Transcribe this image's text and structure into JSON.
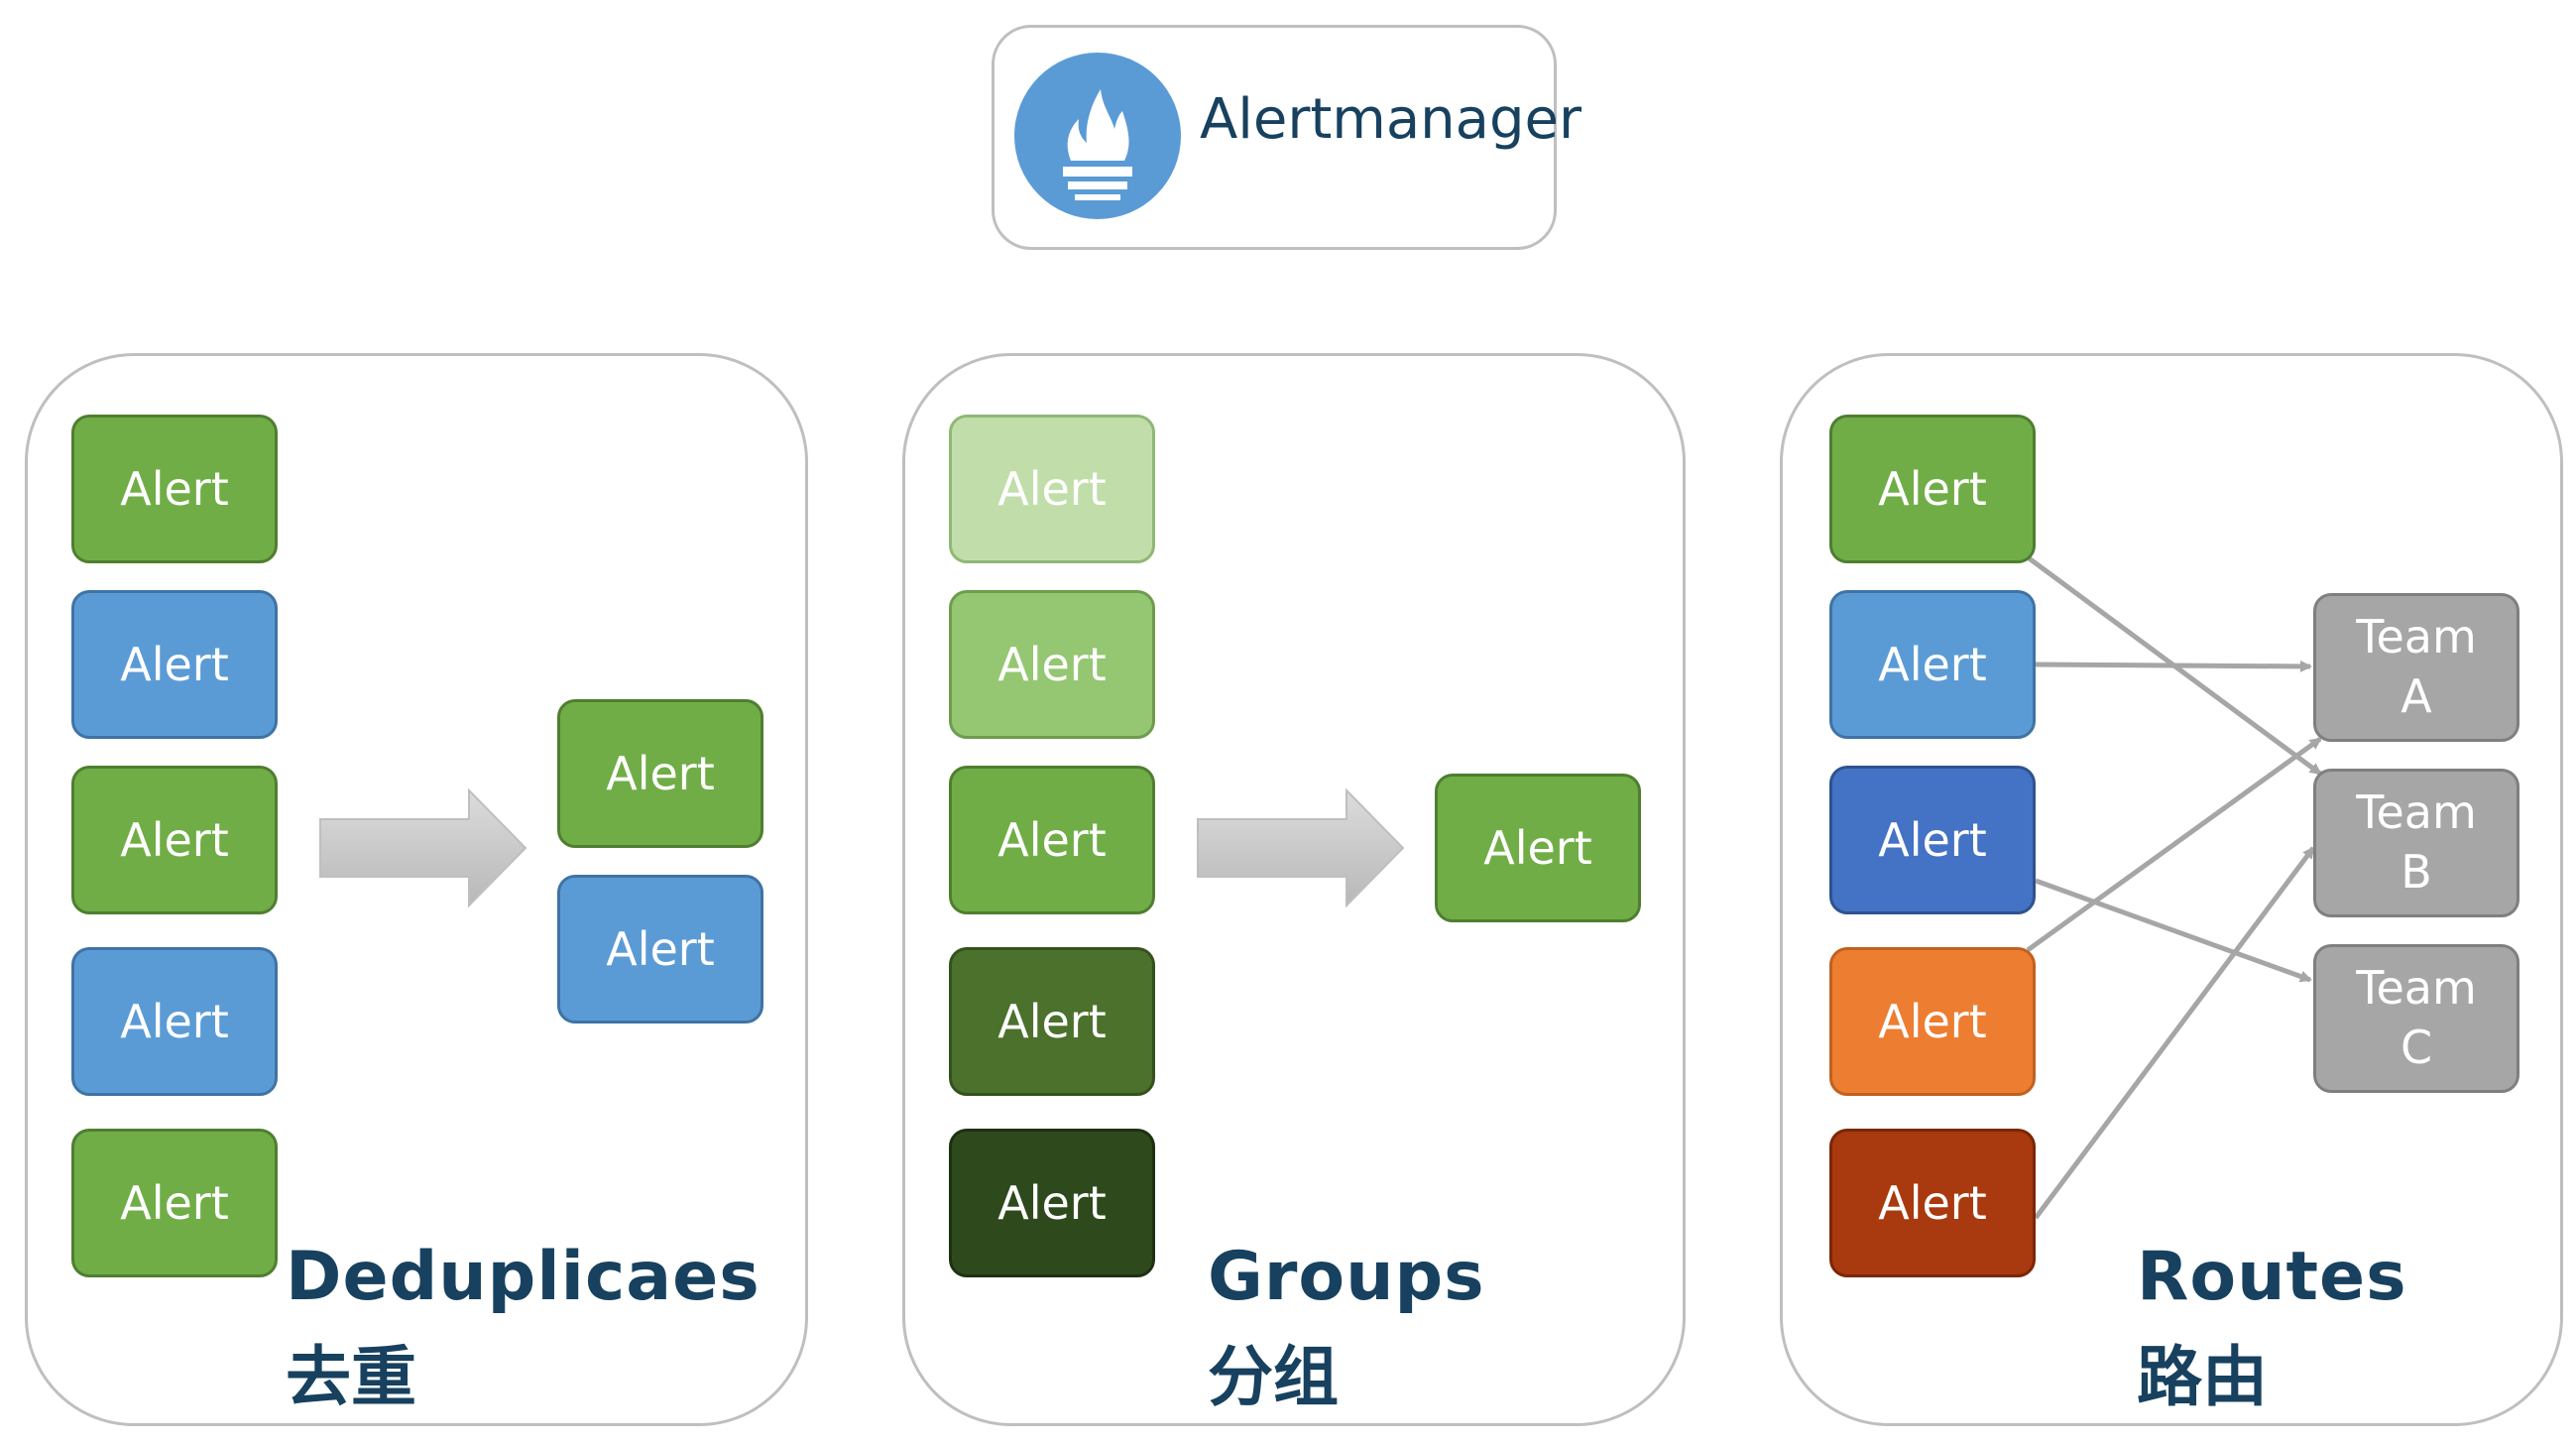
{
  "header": {
    "title": "Alertmanager",
    "logo_icon": "prometheus-flame-icon"
  },
  "panels": [
    {
      "caption": "Deduplicaes",
      "caption_cn": "去重",
      "input_alerts": [
        "Alert",
        "Alert",
        "Alert",
        "Alert",
        "Alert"
      ],
      "output_alerts": [
        "Alert",
        "Alert"
      ]
    },
    {
      "caption": "Groups",
      "caption_cn": "分组",
      "input_alerts": [
        "Alert",
        "Alert",
        "Alert",
        "Alert",
        "Alert"
      ],
      "output_alerts": [
        "Alert"
      ]
    },
    {
      "caption": "Routes",
      "caption_cn": "路由",
      "input_alerts": [
        "Alert",
        "Alert",
        "Alert",
        "Alert",
        "Alert"
      ],
      "teams": [
        [
          "Team",
          "A"
        ],
        [
          "Team",
          "B"
        ],
        [
          "Team",
          "C"
        ]
      ]
    }
  ],
  "colors": {
    "green": "#70ad47",
    "blue": "#5b9bd5",
    "dark_blue": "#4472c4",
    "orange": "#ed7d31",
    "rust": "#a9390e",
    "group_shades": [
      "#c1deaa",
      "#95c672",
      "#70ad47",
      "#4b712c",
      "#2e4a1d"
    ],
    "team_gray": "#a6a6a6",
    "caption": "#17415f"
  }
}
